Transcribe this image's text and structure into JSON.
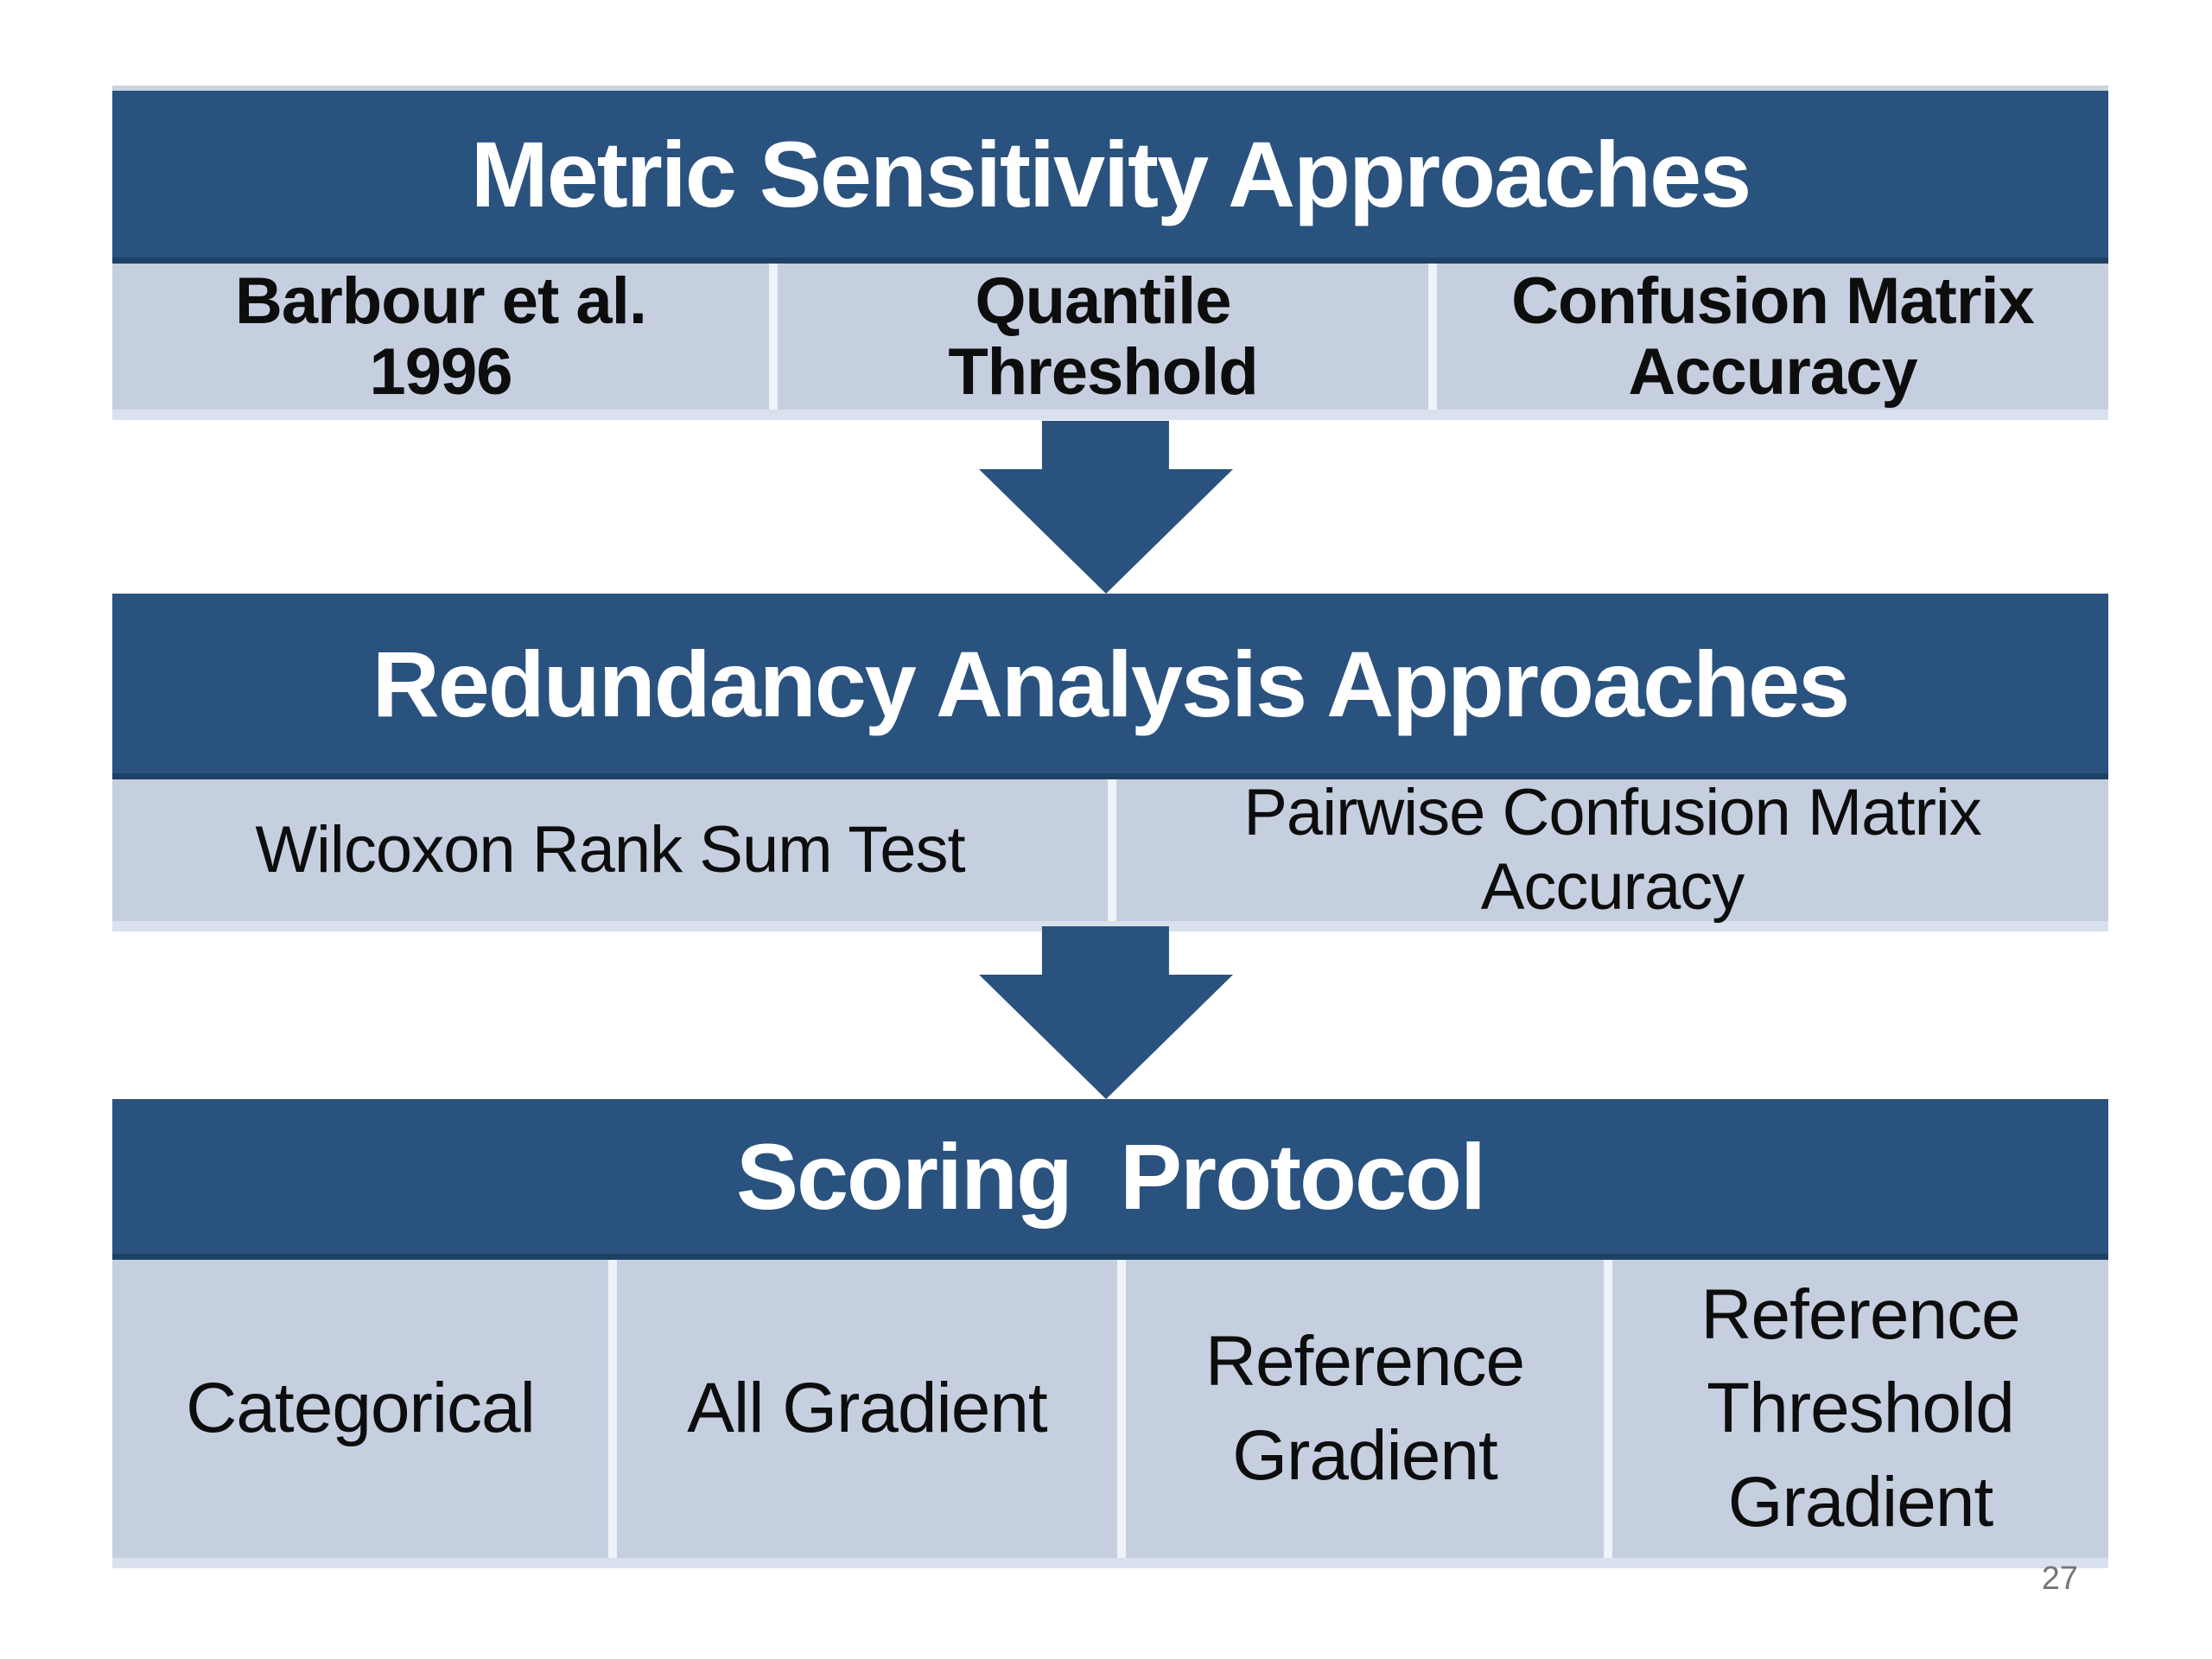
{
  "colors": {
    "header_bg": "#2a527e",
    "header_edge": "#1e4265",
    "header_text": "#ffffff",
    "cell_bg": "#c6cfe0",
    "cell_edge": "#dae1ee",
    "divider": "#eef2f9",
    "arrow": "#2a527e",
    "table_top_edge": "#ccd4e1",
    "cell_text": "#0d0d0d",
    "page_number": "#72767b",
    "slide_bg": "#ffffff"
  },
  "diagram": {
    "tables": [
      {
        "title": "Metric Sensitivity Approaches",
        "cells": [
          {
            "label": "Barbour et al.\n1996"
          },
          {
            "label": "Quantile\nThreshold"
          },
          {
            "label": "Confusion Matrix\nAccuracy"
          }
        ]
      },
      {
        "title": "Redundancy Analysis Approaches",
        "cells": [
          {
            "label": "Wilcoxon Rank Sum Test"
          },
          {
            "label": "Pairwise Confusion Matrix\nAccuracy"
          }
        ]
      },
      {
        "title": "Scoring  Protocol",
        "cells": [
          {
            "label": "Categorical"
          },
          {
            "label": "All Gradient"
          },
          {
            "label": "Reference\nGradient"
          },
          {
            "label": "Reference\nThreshold\nGradient"
          }
        ]
      }
    ]
  },
  "page": {
    "number": "27"
  }
}
